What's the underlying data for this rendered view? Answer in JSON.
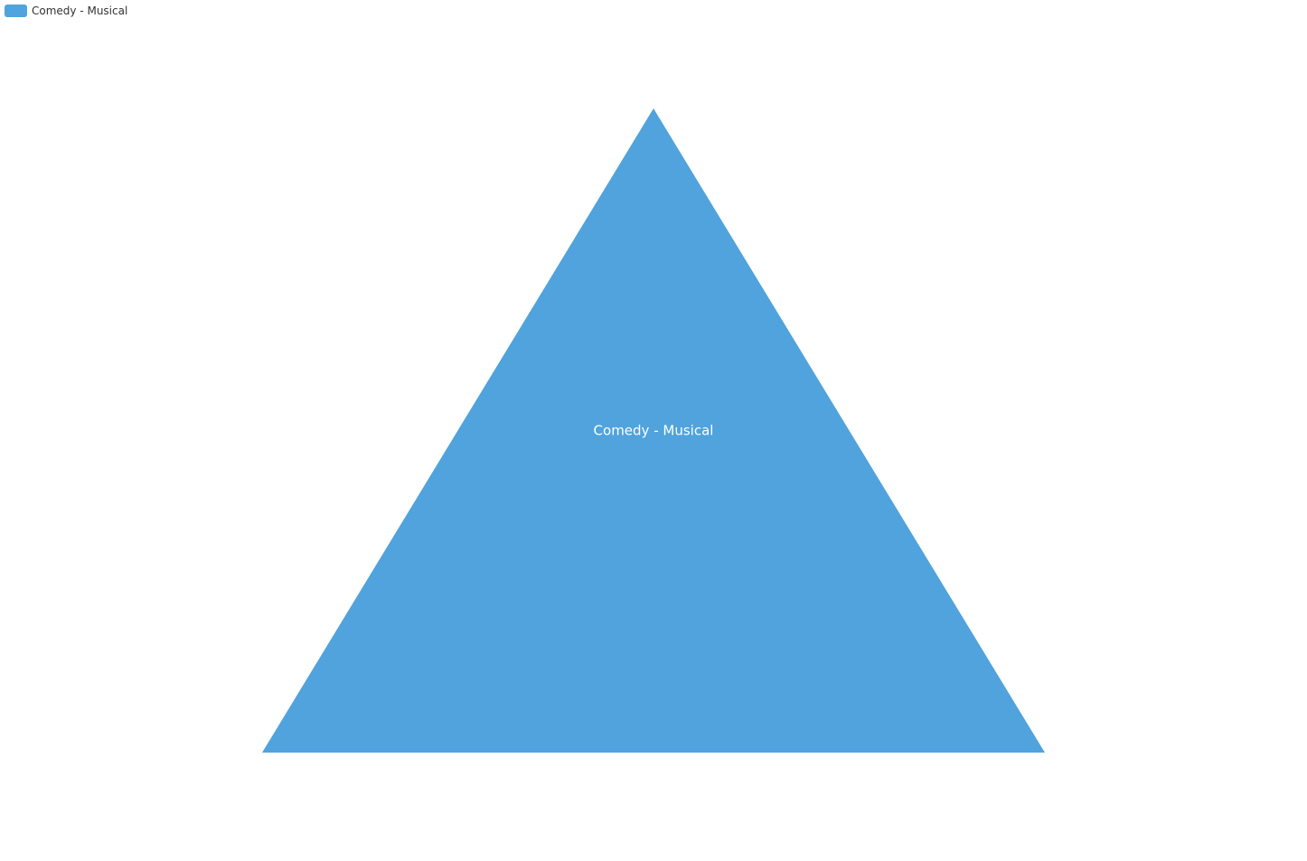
{
  "chart_data": {
    "type": "funnel",
    "categories": [
      "Comedy - Musical"
    ],
    "values": [
      100
    ],
    "colors": [
      "#50a3dc"
    ],
    "title": "",
    "legend": {
      "position": "top-left",
      "entries": [
        "Comedy - Musical"
      ]
    }
  }
}
